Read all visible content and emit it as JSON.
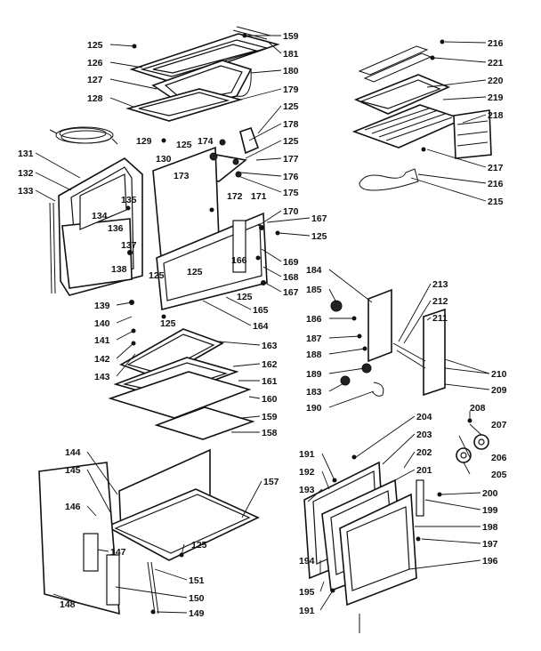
{
  "labels": {
    "l125a": "125",
    "l126": "126",
    "l127": "127",
    "l128": "128",
    "l159a": "159",
    "l181": "181",
    "l180": "180",
    "l179": "179",
    "l125b": "125",
    "l178": "178",
    "l125c": "125",
    "l177": "177",
    "l176": "176",
    "l175": "175",
    "l129": "129",
    "l125d": "125",
    "l174": "174",
    "l130": "130",
    "l173": "173",
    "l131": "131",
    "l132": "132",
    "l133": "133",
    "l134": "134",
    "l135": "135",
    "l136": "136",
    "l137": "137",
    "l138": "138",
    "l125e": "125",
    "l172": "172",
    "l171": "171",
    "l170": "170",
    "l167a": "167",
    "l125f": "125",
    "l166": "166",
    "l169": "169",
    "l168": "168",
    "l125g": "125",
    "l167b": "167",
    "l125h": "125",
    "l165": "165",
    "l164": "164",
    "l139": "139",
    "l140": "140",
    "l125i": "125",
    "l141": "141",
    "l142": "142",
    "l143": "143",
    "l163": "163",
    "l162": "162",
    "l161": "161",
    "l160": "160",
    "l159b": "159",
    "l158": "158",
    "l144": "144",
    "l145": "145",
    "l146": "146",
    "l157": "157",
    "l125j": "125",
    "l147": "147",
    "l151": "151",
    "l150": "150",
    "l148": "148",
    "l149": "149",
    "l216a": "216",
    "l221": "221",
    "l220": "220",
    "l219": "219",
    "l218": "218",
    "l217": "217",
    "l216b": "216",
    "l215": "215",
    "l184": "184",
    "l185": "185",
    "l186": "186",
    "l187": "187",
    "l188": "188",
    "l189": "189",
    "l183": "183",
    "l190": "190",
    "l213": "213",
    "l212": "212",
    "l211": "211",
    "l210": "210",
    "l209": "209",
    "l208": "208",
    "l207": "207",
    "l206": "206",
    "l205": "205",
    "l204": "204",
    "l203": "203",
    "l202": "202",
    "l201": "201",
    "l191a": "191",
    "l192": "192",
    "l193": "193",
    "l200": "200",
    "l199": "199",
    "l198": "198",
    "l197": "197",
    "l196": "196",
    "l194": "194",
    "l195": "195",
    "l191b": "191"
  }
}
